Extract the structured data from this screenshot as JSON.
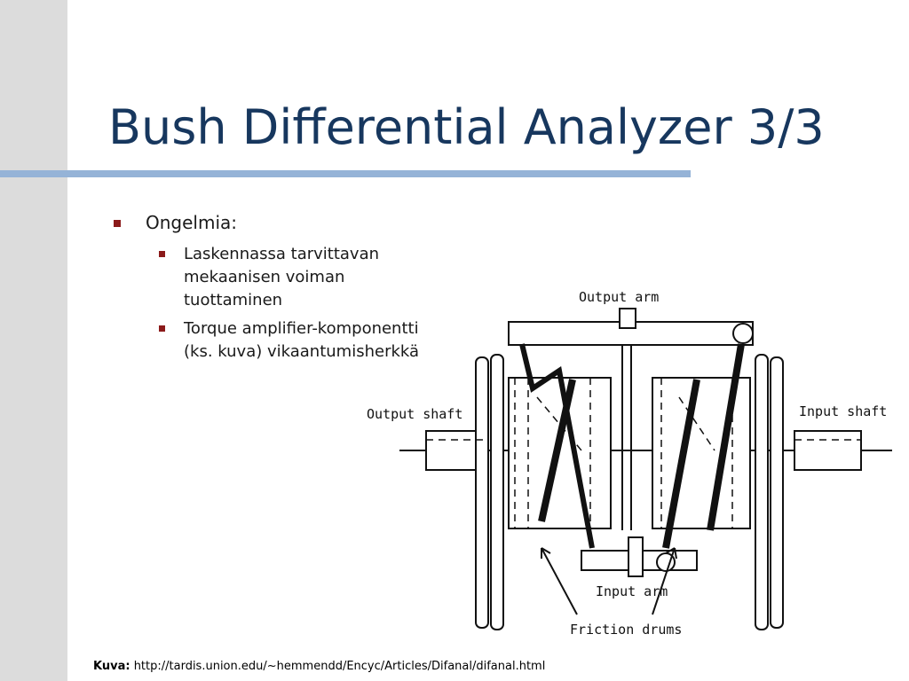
{
  "title": "Bush Differential Analyzer 3/3",
  "bullets": {
    "main": "Ongelmia:",
    "sub": [
      "Laskennassa tarvittavan mekaanisen voiman tuottaminen",
      "Torque amplifier-komponentti (ks. kuva) vikaantumisherkkä"
    ]
  },
  "diagram": {
    "output_arm": "Output arm",
    "output_shaft": "Output shaft",
    "input_shaft": "Input shaft",
    "input_arm": "Input arm",
    "friction_drums": "Friction drums"
  },
  "caption": {
    "label": "Kuva:",
    "url": "http://tardis.union.edu/~hemmendd/Encyc/Articles/Difanal/difanal.html"
  },
  "colors": {
    "title": "#17375e",
    "rule": "#95b3d7",
    "bullet": "#8b1a1a",
    "band": "#dcdcdc"
  }
}
